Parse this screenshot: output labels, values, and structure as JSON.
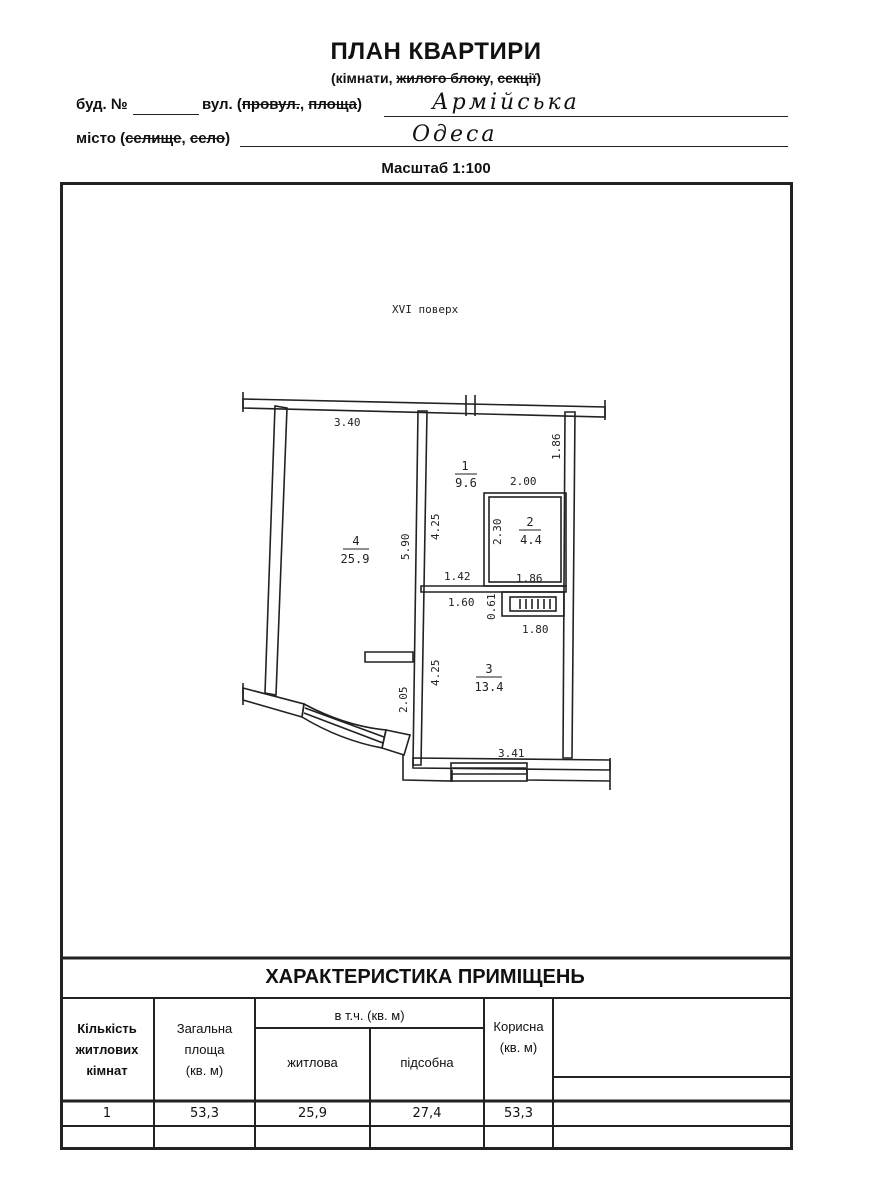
{
  "header": {
    "title": "ПЛАН КВАРТИРИ",
    "subtitle_open": "(",
    "subtitle_rooms": "кімнати",
    "subtitle_block": "жилого блоку",
    "subtitle_section": "секції",
    "subtitle_close": ")",
    "sep_comma": ", ",
    "building_label": "буд. №",
    "street_label": "вул. (",
    "street_lane": "провул.",
    "street_square": "площа",
    "street_close": ")",
    "street_value": "Армійська",
    "city_label": "місто (",
    "city_town": "селище",
    "city_village": "село",
    "city_close": ")",
    "city_value": "Одеса",
    "scale": "Масштаб 1:100"
  },
  "plan": {
    "floor_label": "XVI поверх",
    "rooms": [
      {
        "number": "1",
        "area": "9.6"
      },
      {
        "number": "2",
        "area": "4.4"
      },
      {
        "number": "3",
        "area": "13.4"
      },
      {
        "number": "4",
        "area": "25.9"
      }
    ],
    "dimensions": {
      "d340": "3.40",
      "d590": "5.90",
      "d425a": "4.25",
      "d186v": "1.86",
      "d200": "2.00",
      "d230": "2.30",
      "d142": "1.42",
      "d186h": "1.86",
      "d160": "1.60",
      "d061": "0.61",
      "d180": "1.80",
      "d425b": "4.25",
      "d205": "2.05",
      "d341": "3.41"
    }
  },
  "table": {
    "heading": "ХАРАКТЕРИСТИКА ПРИМІЩЕНЬ",
    "col_rooms": [
      "Кількість",
      "житлових",
      "кімнат"
    ],
    "col_total": [
      "Загальна",
      "площа",
      "(кв. м)"
    ],
    "col_incl": "в т.ч. (кв. м)",
    "col_living": "житлова",
    "col_aux": "підсобна",
    "col_useful": [
      "Корисна",
      "(кв. м)"
    ],
    "row": {
      "rooms": "1",
      "total": "53,3",
      "living": "25,9",
      "aux": "27,4",
      "useful": "53,3"
    }
  }
}
